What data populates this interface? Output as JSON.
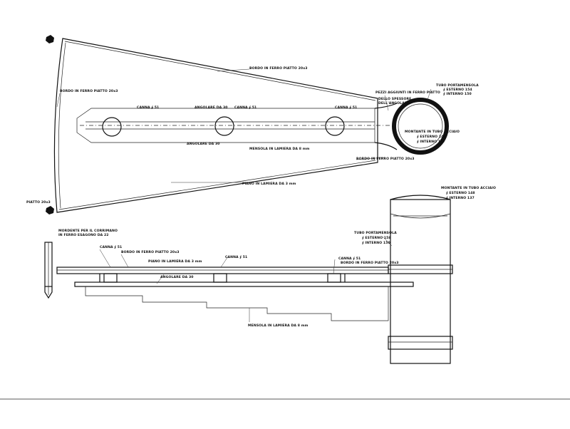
{
  "labels": {
    "bordo_ferropiatto": "BORDO IN FERRO PIATTO 20x3",
    "bordo_sinistro": "BORDO IN FERRO PIATTO 20x3",
    "pezzi_aggiunti": "PEZZI AGGIUNTI IN FERRO PIATTO",
    "dello_spessore": "DELLO SPESSORE",
    "dell_angolare": "DELL'ANGOLARE",
    "tubo_portamensola": "TUBO PORTAMENSOLA",
    "tubo_esterno": "∮ ESTERNO 154",
    "tubo_interno": "∮ INTERNO 150",
    "montante_titolo": "MONTANTE IN TUBO ACCIAIO",
    "montante_esterno": "∮ ESTERNO 148",
    "montante_interno": "∮ INTERNO 137",
    "canna_1": "CANNA ∮ 51",
    "canna_2": "CANNA ∮ 51",
    "canna_3": "CANNA ∮ 51",
    "angolare_top": "ANGOLARE DA 30",
    "angolare_bottom": "ANGOLARE DA 30",
    "mensola_lamiera": "MENSOLA IN LAMIERA DA 8 mm",
    "bordo_lower_right": "BORDO IN FERRO PIATTO 20x3",
    "piano_lamiera": "PIANO IN LAMIERA DA 3 mm",
    "piatto_left": "PIATTO 20x3",
    "e_montante_titolo": "MONTANTE IN TUBO ACCIAIO",
    "e_montante_esterno": "∮ ESTERNO 148",
    "e_montante_interno": "∮ INTERNO 137",
    "e_tubo_portamensola": "TUBO PORTAMENSOLA",
    "e_tubo_esterno": "∮ ESTERNO 158",
    "e_tubo_interno": "∮ INTERNO 150",
    "mordente_1": "MORDENTE PER IL CORRIMANO",
    "mordente_2": "IN FERRO ESAGONO DA 22",
    "e_canna_1": "CANNA ∮ 51",
    "e_canna_2": "CANNA ∮ 51",
    "e_canna_3": "CANNA ∮ 51",
    "e_bordo_top": "BORDO IN FERRO PIATTO 20x3",
    "e_piano": "PIANO IN LAMIERA DA 3 mm",
    "e_angolare": "ANGOLARE DA 30",
    "e_bordo_right": "BORDO IN FERRO PIATTO 20x3",
    "e_mensola": "MENSOLA IN LAMIERA DA 8 mm"
  }
}
